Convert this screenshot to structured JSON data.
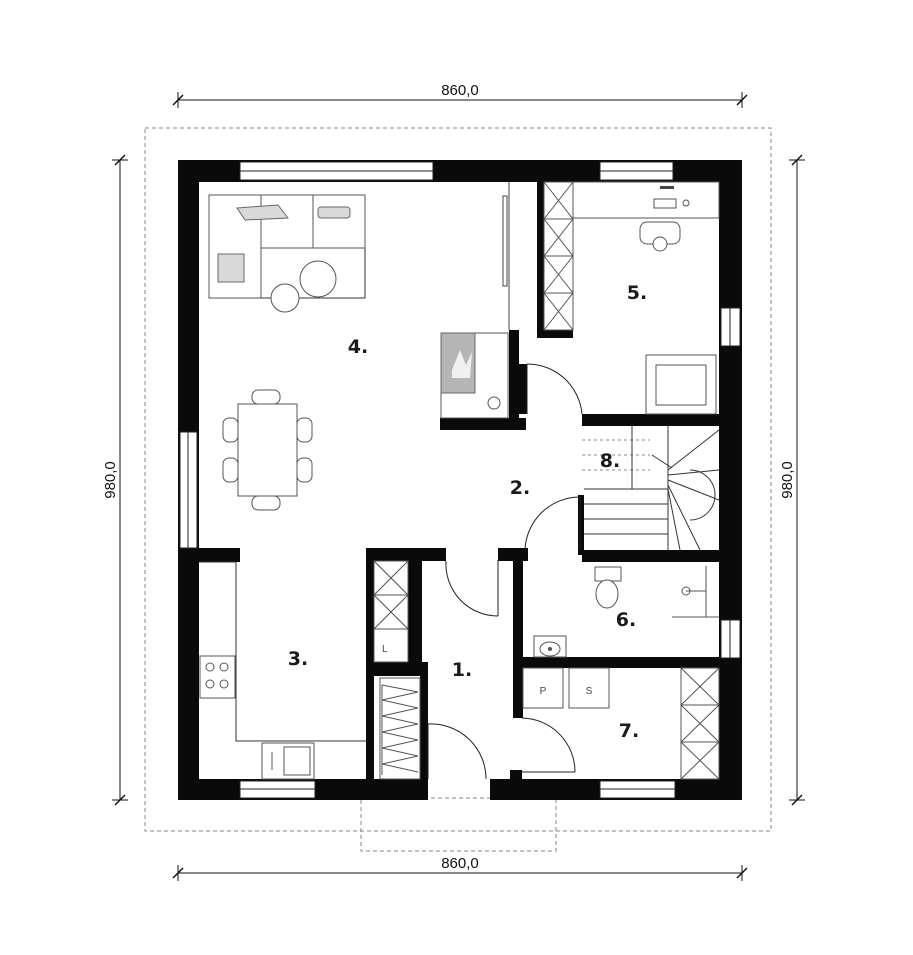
{
  "dimensions": {
    "top_width": "860,0",
    "bottom_width": "860,0",
    "left_height": "980,0",
    "right_height": "980,0"
  },
  "rooms": [
    {
      "id": "1",
      "label": "1."
    },
    {
      "id": "2",
      "label": "2."
    },
    {
      "id": "3",
      "label": "3."
    },
    {
      "id": "4",
      "label": "4."
    },
    {
      "id": "5",
      "label": "5."
    },
    {
      "id": "6",
      "label": "6."
    },
    {
      "id": "7",
      "label": "7."
    },
    {
      "id": "8",
      "label": "8."
    }
  ],
  "appliances": {
    "washer_label": "P",
    "dryer_label": "S",
    "closet_label": "L"
  }
}
